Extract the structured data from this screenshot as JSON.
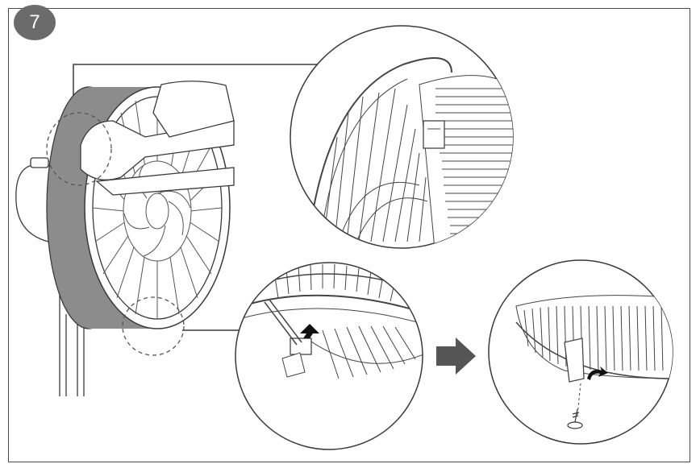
{
  "step": {
    "number": "7"
  },
  "colors": {
    "badge": "#6b6b6b",
    "line": "#3a3a3a",
    "rim": "#8c8c8c",
    "arrow": "#555555"
  },
  "icons": [
    "step-number-badge",
    "fan-main-illustration",
    "detail-circle-top",
    "detail-circle-bottom-left",
    "detail-circle-bottom-right",
    "direction-arrow-icon",
    "screw-icon",
    "clip-arrow-icon"
  ]
}
